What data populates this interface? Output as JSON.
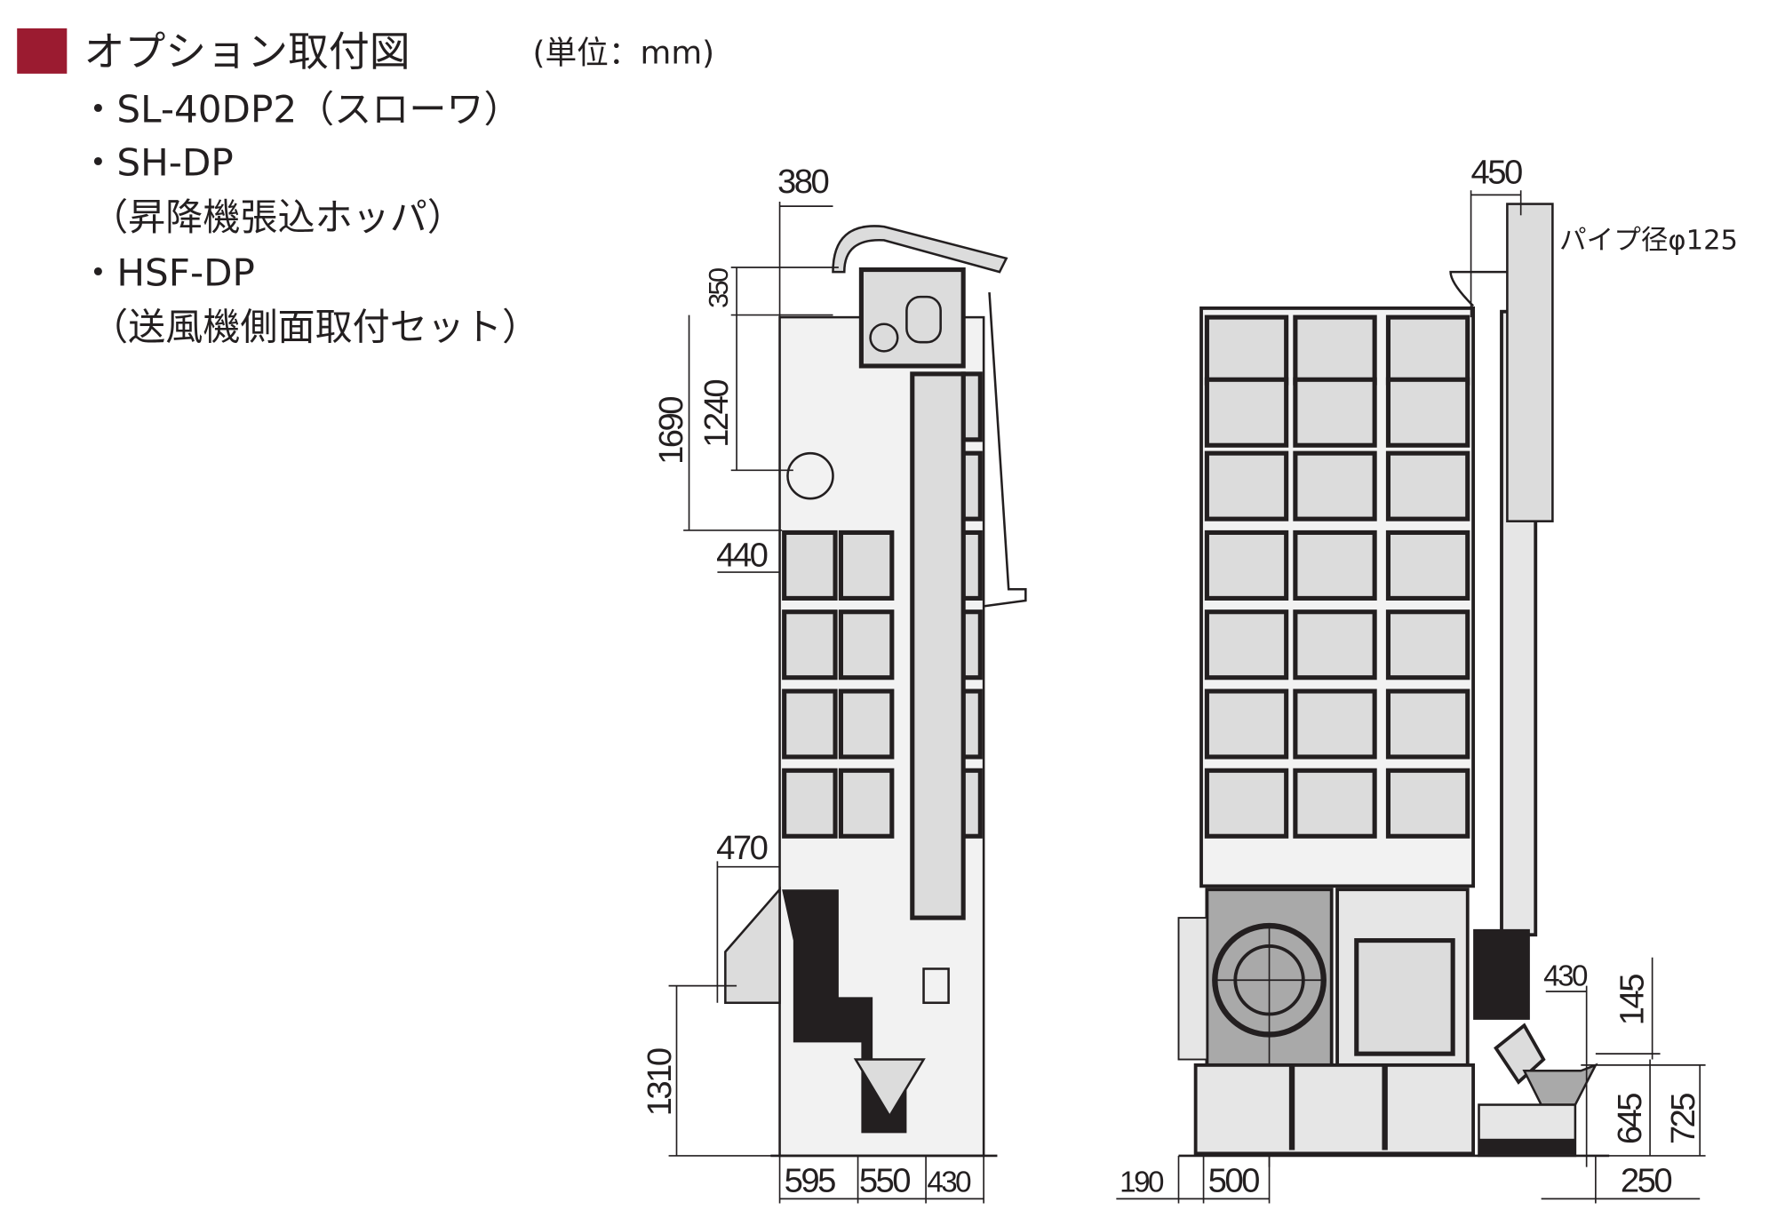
{
  "header": {
    "title": "オプション取付図",
    "unit": "(単位：mm)",
    "accent_color": "#9b1b30"
  },
  "options": [
    {
      "line1": "・SL-40DP2（スローワ）"
    },
    {
      "line1": "・SH-DP",
      "line2": "（昇降機張込ホッパ）"
    },
    {
      "line1": "・HSF-DP",
      "line2": "（送風機側面取付セット）"
    }
  ],
  "side_view": {
    "dims": {
      "top_width": "380",
      "d350": "350",
      "d1240": "1240",
      "d1690": "1690",
      "d440": "440",
      "d470": "470",
      "d1310": "1310",
      "b595": "595",
      "b550": "550",
      "b430": "430"
    }
  },
  "front_view": {
    "pipe_note": "パイプ径φ125",
    "dims": {
      "top_width": "450",
      "d430": "430",
      "d145": "145",
      "d645": "645",
      "d725": "725",
      "b190": "190",
      "b500": "500",
      "b250": "250"
    }
  }
}
